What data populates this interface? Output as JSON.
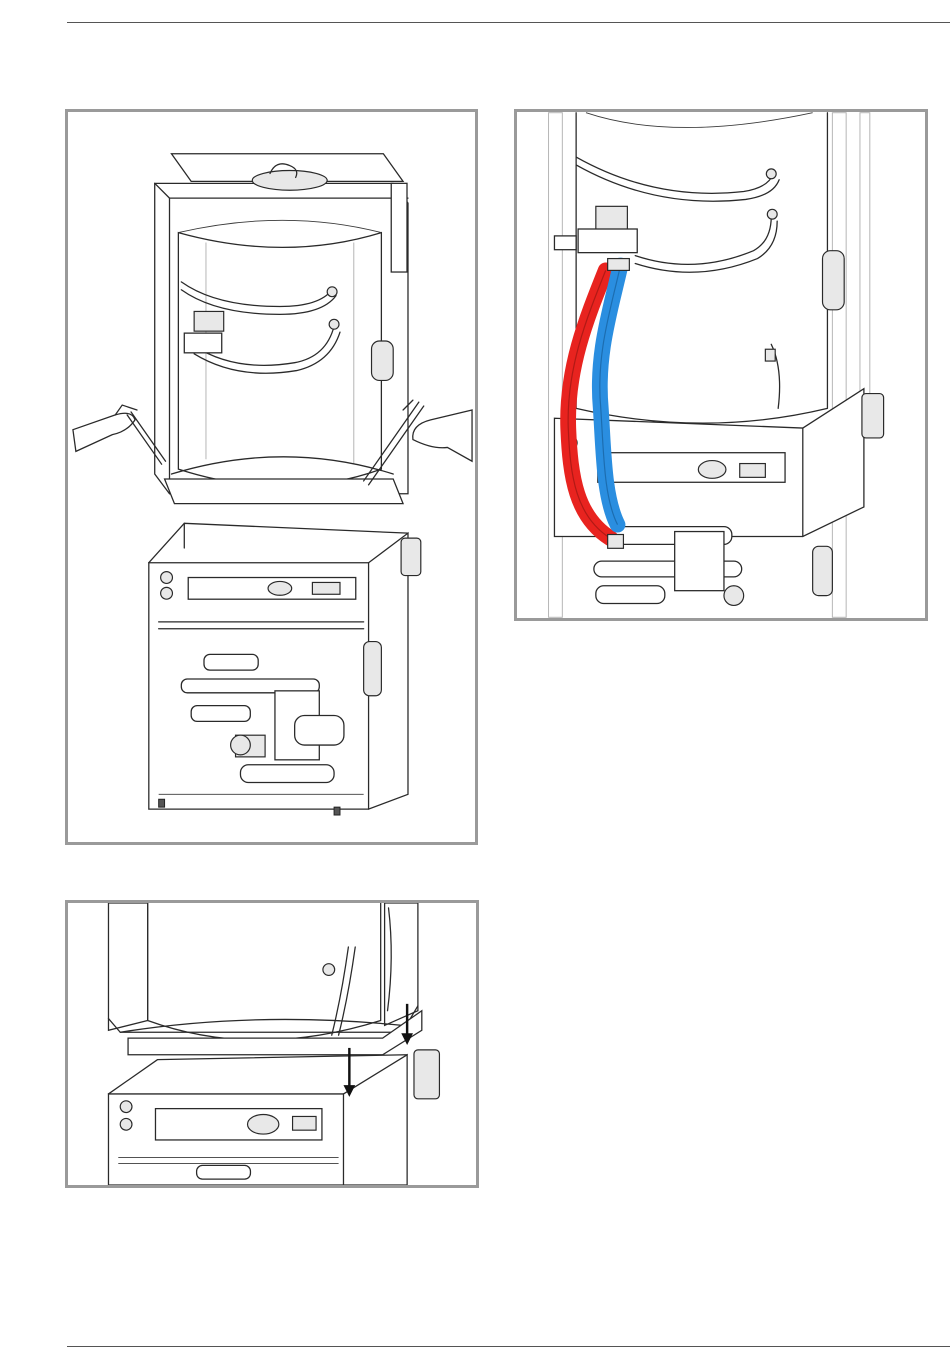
{
  "page": {
    "background": "#ffffff",
    "rule_color": "#555555",
    "frame_color": "#9a9a9a"
  },
  "figures": [
    {
      "id": "fig-lift-tank",
      "icon": "hands-lifting-tank-illustration"
    },
    {
      "id": "fig-connect-pipes",
      "icon": "connecting-pipes-illustration"
    },
    {
      "id": "fig-lower-tank",
      "icon": "lowering-tank-arrows-illustration"
    }
  ],
  "colors": {
    "hot_pipe": "#e8231f",
    "cold_pipe": "#2a8ee0",
    "arrow": "#111111"
  }
}
